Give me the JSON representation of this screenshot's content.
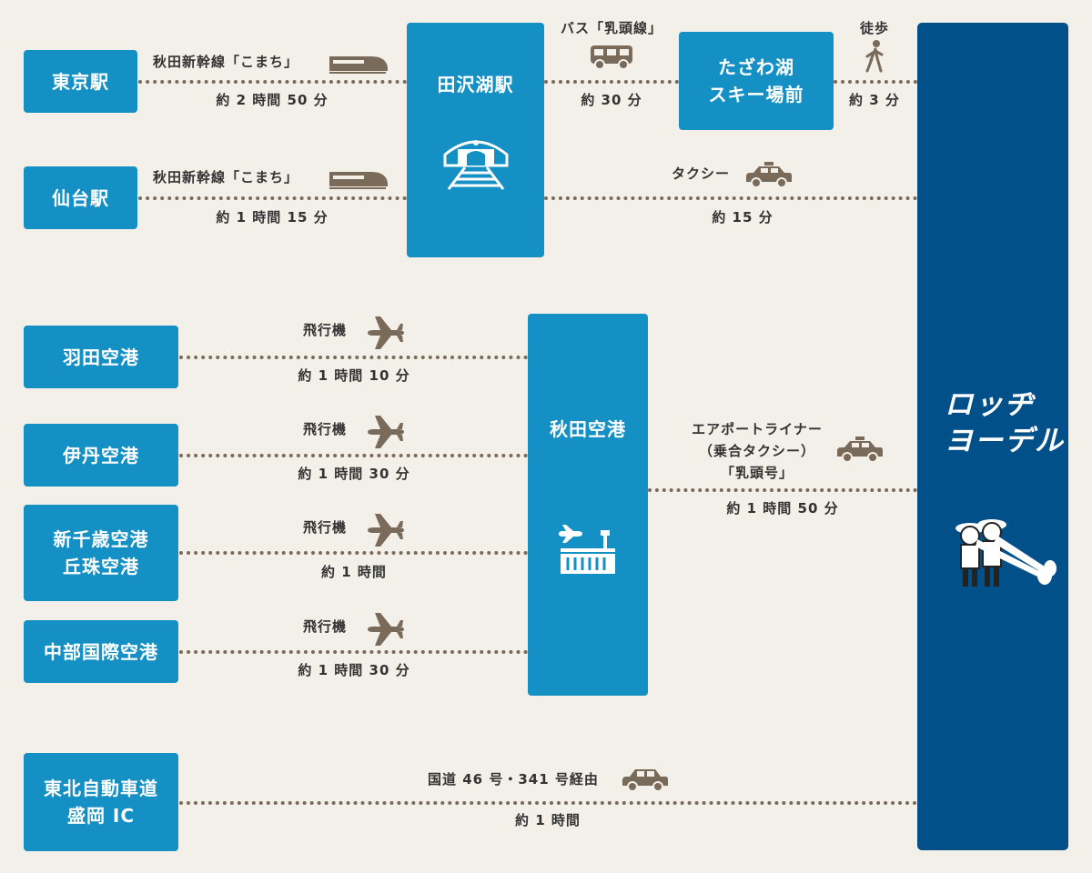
{
  "origins": {
    "tokyo": "東京駅",
    "sendai": "仙台駅",
    "haneda": "羽田空港",
    "itami": "伊丹空港",
    "shinchitose": "新千歳空港\n丘珠空港",
    "chubu": "中部国際空港",
    "morioka": "東北自動車道\n盛岡 IC"
  },
  "hubs": {
    "tazawako_station": "田沢湖駅",
    "ski_stop": "たざわ湖\nスキー場前",
    "akita_airport": "秋田空港"
  },
  "destination": "ロッヂ\nヨーデル",
  "routes": {
    "tokyo_train": {
      "mode": "秋田新幹線「こまち」",
      "time": "約 2 時間 50 分"
    },
    "sendai_train": {
      "mode": "秋田新幹線「こまち」",
      "time": "約 1 時間 15 分"
    },
    "bus": {
      "mode": "バス「乳頭線」",
      "time": "約 30 分"
    },
    "walk": {
      "mode": "徒歩",
      "time": "約 3 分"
    },
    "taxi_station": {
      "mode": "タクシー",
      "time": "約 15 分"
    },
    "haneda_flight": {
      "mode": "飛行機",
      "time": "約 1 時間 10 分"
    },
    "itami_flight": {
      "mode": "飛行機",
      "time": "約 1 時間 30 分"
    },
    "shinchitose_flight": {
      "mode": "飛行機",
      "time": "約 1 時間"
    },
    "chubu_flight": {
      "mode": "飛行機",
      "time": "約 1 時間 30 分"
    },
    "airport_liner": {
      "mode": "エアポートライナー\n（乗合タクシー）\n「乳頭号」",
      "time": "約 1 時間 50 分"
    },
    "car": {
      "mode": "国道 46 号・341 号経由",
      "time": "約 1 時間"
    }
  },
  "icons": {
    "train": "shinkansen-icon",
    "bus": "bus-icon",
    "walk": "walking-person-icon",
    "taxi": "taxi-icon",
    "plane": "airplane-icon",
    "car": "car-icon",
    "station": "station-building-icon",
    "airport": "airport-terminal-icon",
    "mascot": "yodel-horn-players-icon"
  },
  "colors": {
    "background": "#f3efe9",
    "box": "#1590c4",
    "destination": "#02508a",
    "icon": "#7a6a5a",
    "text": "#333333"
  }
}
